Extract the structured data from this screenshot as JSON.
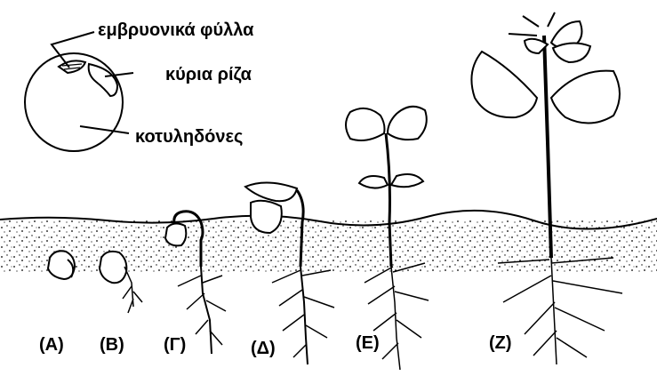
{
  "labels": {
    "embryonic_leaves": "εμβρυονικά φύλλα",
    "main_root": "κύρια ρίζα",
    "cotyledons": "κοτυληδόνες"
  },
  "stages": [
    "(Α)",
    "(Β)",
    "(Γ)",
    "(Δ)",
    "(Ε)",
    "(Ζ)"
  ]
}
